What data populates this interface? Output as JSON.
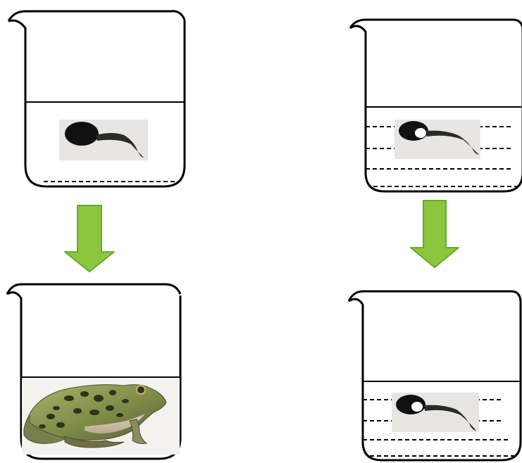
{
  "diagram": {
    "columns": [
      {
        "id": "left",
        "top_beaker": {
          "contents": "tadpole",
          "water_lines": "bottom-only"
        },
        "arrow": {
          "direction": "down"
        },
        "bottom_beaker": {
          "contents": "frog",
          "water_lines": "none"
        }
      },
      {
        "id": "right",
        "top_beaker": {
          "contents": "tadpole-with-white-spot",
          "water_lines": "multiple-dashed"
        },
        "arrow": {
          "direction": "down"
        },
        "bottom_beaker": {
          "contents": "tadpole-with-white-spot",
          "water_lines": "multiple-dashed"
        }
      }
    ],
    "colors": {
      "arrow_fill": "#8cc63f",
      "arrow_stroke": "#6aa834",
      "beaker_stroke": "#000000",
      "tadpole_bg": "#e8e6e2",
      "frog_bg": "#f4f2ee"
    }
  }
}
